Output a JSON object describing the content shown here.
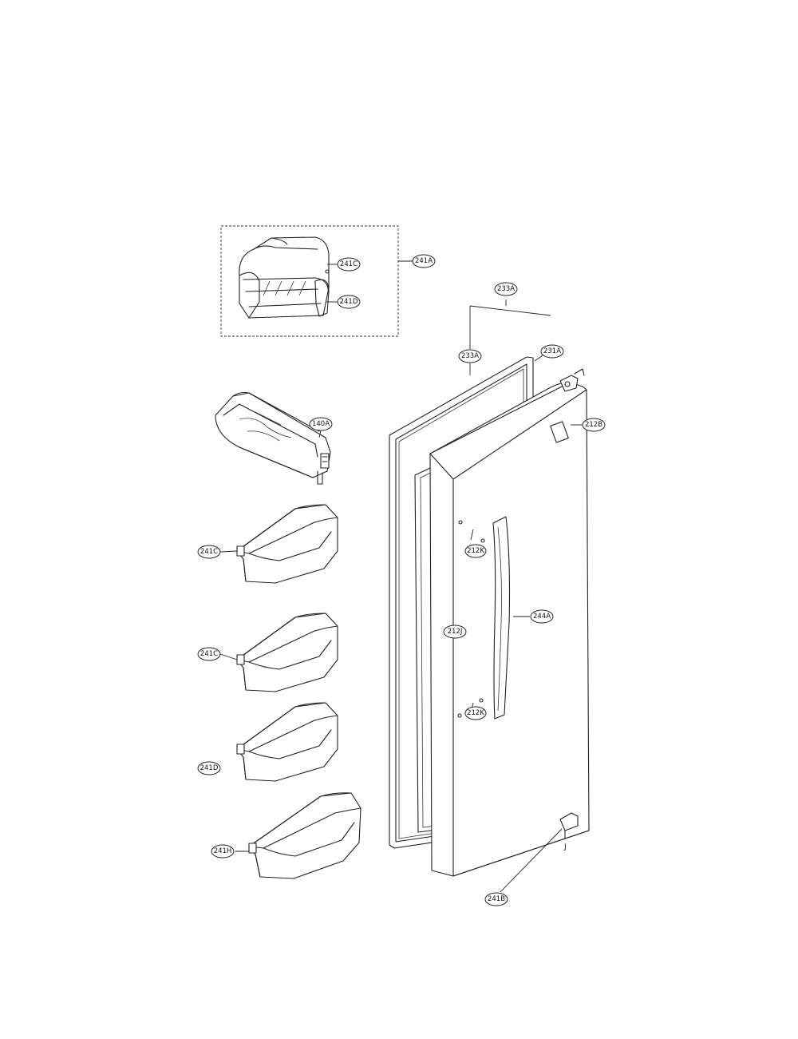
{
  "callouts": {
    "c241A": "241A",
    "c241C": "241C",
    "c241D_top": "241D",
    "c233A_top": "233A",
    "c233A_mid": "233A",
    "c231A": "231A",
    "c212B": "212B",
    "c140A": "140A",
    "c241C_b1": "241C",
    "c241C_b2": "241C",
    "c241D_b3": "241D",
    "c241H": "241H",
    "c212K_top": "212K",
    "c212J": "212J",
    "c244A": "244A",
    "c212K_bottom": "212K",
    "c241B": "241B"
  },
  "small_marker": "J"
}
